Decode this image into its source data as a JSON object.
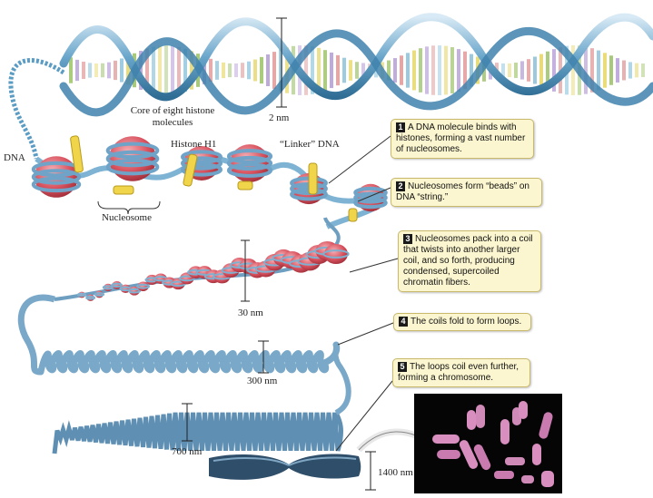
{
  "labels": {
    "dna": "DNA",
    "core": "Core of eight histone molecules",
    "histone_h1": "Histone H1",
    "linker_dna": "“Linker” DNA",
    "nucleosome": "Nucleosome",
    "scale_2nm": "2 nm",
    "scale_30nm": "30 nm",
    "scale_300nm": "300 nm",
    "scale_700nm": "700 nm",
    "scale_1400nm": "1400 nm"
  },
  "steps": [
    {
      "num": "1",
      "text": "A DNA molecule binds with histones, forming a vast number of nucleosomes."
    },
    {
      "num": "2",
      "text": "Nucleosomes form “beads” on DNA “string.”"
    },
    {
      "num": "3",
      "text": "Nucleosomes pack into a coil that twists into another larger coil, and so forth, producing condensed, supercoiled chromatin fibers."
    },
    {
      "num": "4",
      "text": "The coils fold to form loops."
    },
    {
      "num": "5",
      "text": "The loops coil even further, forming a chromosome."
    }
  ],
  "colors": {
    "backbone": "#5b9cc4",
    "histone": "#d9535f",
    "h1": "#f0d44a",
    "callout_bg": "#fbf6cf",
    "photo_bg": "#050505",
    "chromosome": "#d88fbf"
  }
}
